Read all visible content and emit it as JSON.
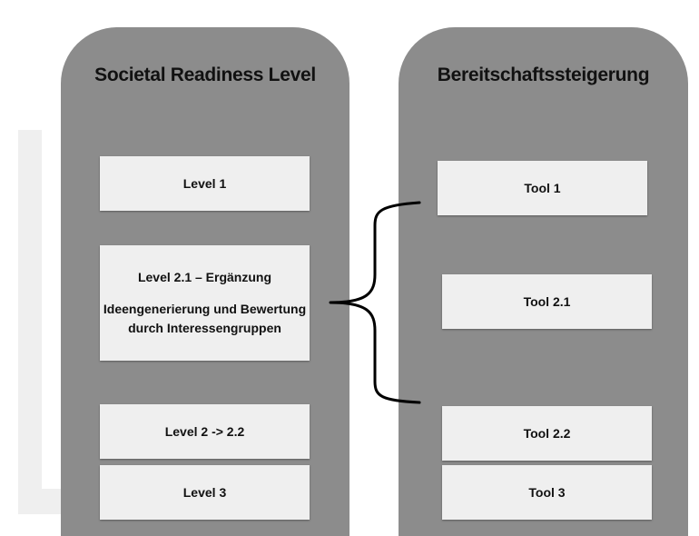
{
  "left_column": {
    "title": "Societal Readiness Level",
    "boxes": {
      "level1": "Level 1",
      "level21_line1": "Level 2.1 – Ergänzung",
      "level21_line2": "Ideengenerierung und Bewertung",
      "level21_line3": "durch Interessengruppen",
      "level22": "Level 2 -> 2.2",
      "level3": "Level 3"
    }
  },
  "right_column": {
    "title": "Bereitschaftssteigerung",
    "boxes": {
      "tool1": "Tool 1",
      "tool21": "Tool 2.1",
      "tool22": "Tool 2.2",
      "tool3": "Tool 3"
    }
  },
  "colors": {
    "column": "#8c8c8c",
    "box": "#efefef",
    "text": "#111111",
    "brace": "#000000"
  }
}
